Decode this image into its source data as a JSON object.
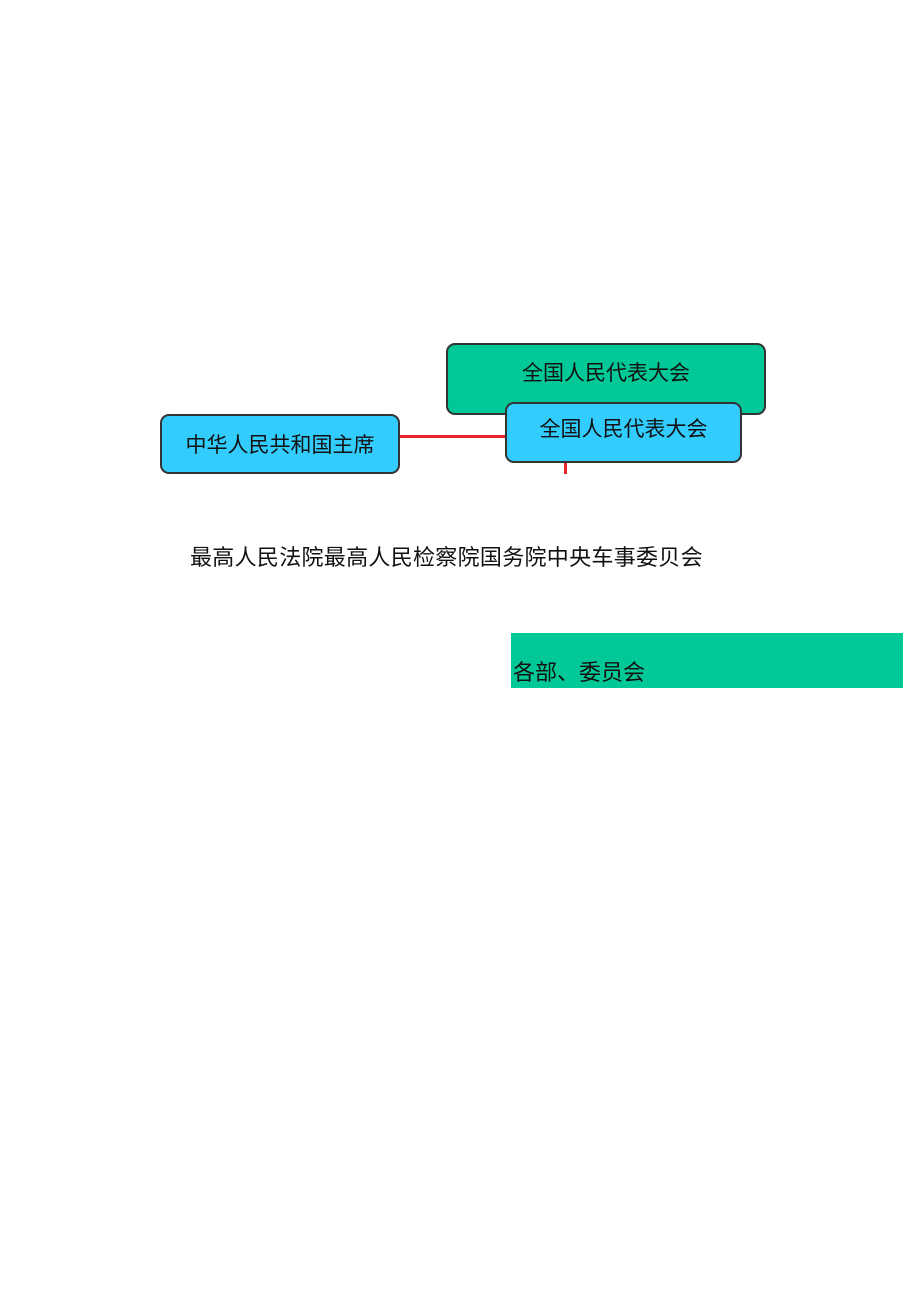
{
  "nodes": {
    "npc_top": "全国人民代表大会",
    "npc_front": "全国人民代表大会",
    "president": "中华人民共和国主席",
    "organs_row": "最高人民法院最高人民检察院国务院中央车事委贝会",
    "ministries": "各部、委员会"
  },
  "colors": {
    "green": "#00c896",
    "blue": "#33ccff",
    "connector": "#e8262a"
  }
}
